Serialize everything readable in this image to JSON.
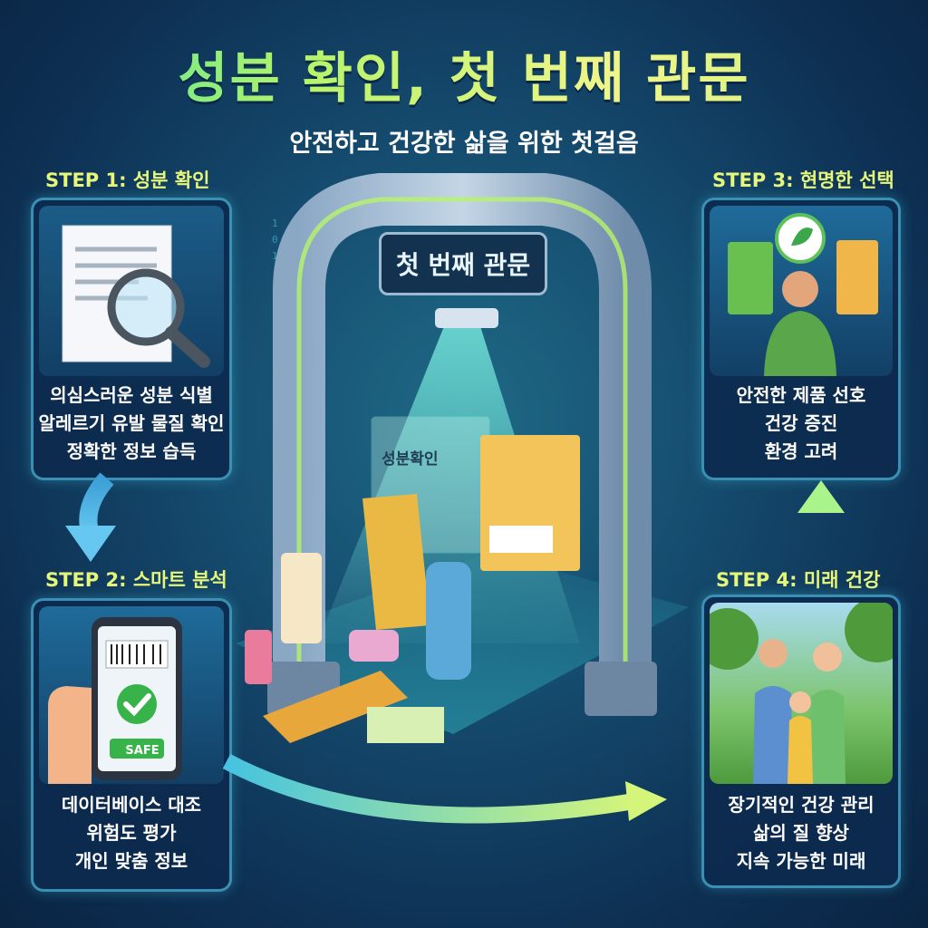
{
  "title": "성분 확인, 첫 번째 관문",
  "subtitle": "안전하고 건강한 삶을 위한 첫걸음",
  "gate": {
    "sign": "첫 번째 관문"
  },
  "steps": [
    {
      "label": "STEP 1: 성분 확인",
      "lines": [
        "의심스러운 성분 식별",
        "알레르기 유발 물질 확인",
        "정확한 정보 습득"
      ]
    },
    {
      "label": "STEP 2: 스마트 분석",
      "lines": [
        "데이터베이스 대조",
        "위험도 평가",
        "개인 맞춤 정보"
      ],
      "phone_badge": "SAFE"
    },
    {
      "label": "STEP 3: 현명한 선택",
      "lines": [
        "안전한 제품 선호",
        "건강 증진",
        "환경 고려"
      ]
    },
    {
      "label": "STEP 4: 미래 건강",
      "lines": [
        "장기적인 건강 관리",
        "삶의 질 향상",
        "지속 가능한 미래"
      ]
    }
  ],
  "holo_label": "성분확인",
  "colors": {
    "accent_green": "#5ee08a",
    "accent_yellow": "#e6f77a",
    "card_border": "#3a8fb5",
    "safe_green": "#37b34a"
  }
}
